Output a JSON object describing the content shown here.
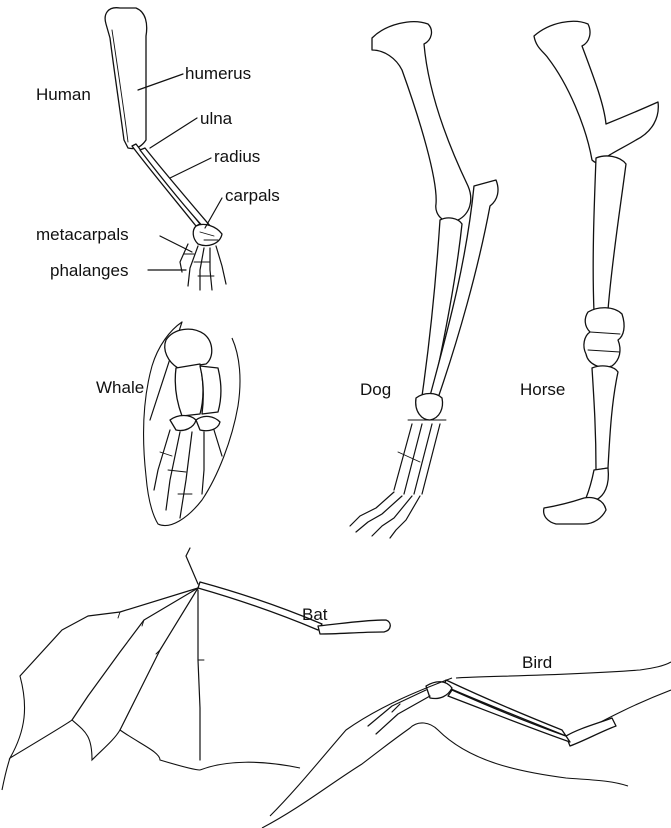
{
  "diagram": {
    "labels": {
      "human": "Human",
      "humerus": "humerus",
      "ulna": "ulna",
      "radius": "radius",
      "carpals": "carpals",
      "metacarpals": "metacarpals",
      "phalanges": "phalanges",
      "whale": "Whale",
      "dog": "Dog",
      "horse": "Horse",
      "bat": "Bat",
      "bird": "Bird"
    },
    "colors": {
      "stroke": "#111111",
      "fill": "#ffffff"
    }
  }
}
